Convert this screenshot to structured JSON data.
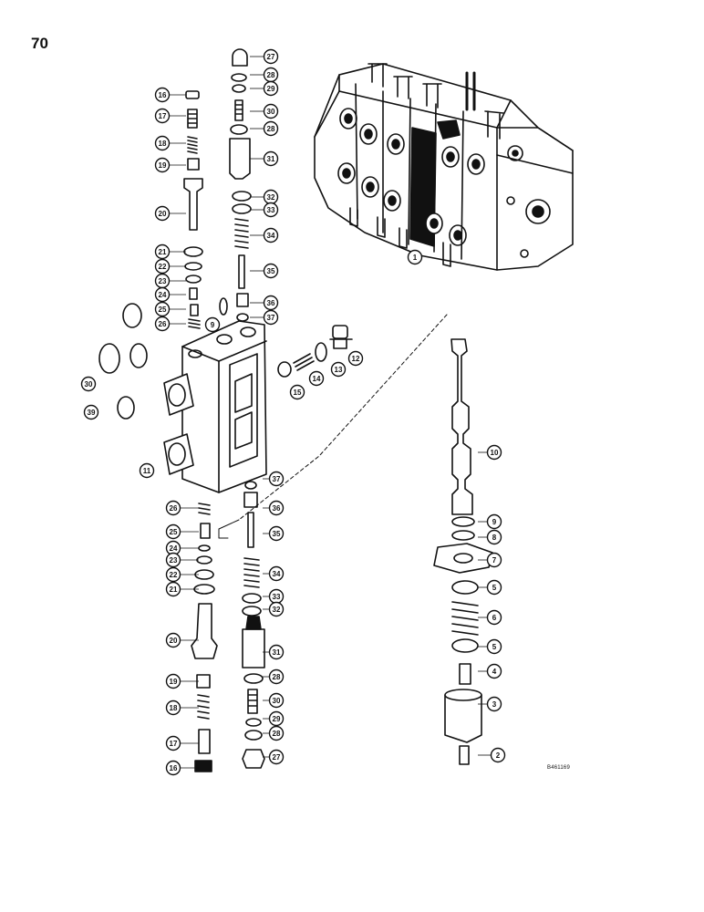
{
  "page": {
    "number": "70",
    "reference": "B461169"
  },
  "callouts": {
    "left_column_upper": [
      "16",
      "17",
      "18",
      "19",
      "20",
      "21",
      "22",
      "23",
      "24",
      "25",
      "26"
    ],
    "center_column_upper": [
      "27",
      "28",
      "29",
      "30",
      "28",
      "31",
      "32",
      "33",
      "34",
      "35",
      "36",
      "37"
    ],
    "body_and_seals": [
      "9",
      "30",
      "39",
      "11",
      "12",
      "13",
      "14",
      "15",
      "1"
    ],
    "left_column_lower": [
      "26",
      "25",
      "24",
      "23",
      "22",
      "21",
      "20",
      "19",
      "18",
      "17",
      "16"
    ],
    "center_column_lower": [
      "37",
      "36",
      "35",
      "34",
      "33",
      "32",
      "31",
      "28",
      "30",
      "29",
      "28",
      "27"
    ],
    "spool_column": [
      "10",
      "9",
      "8",
      "7",
      "5",
      "6",
      "5",
      "4",
      "3",
      "2"
    ]
  }
}
